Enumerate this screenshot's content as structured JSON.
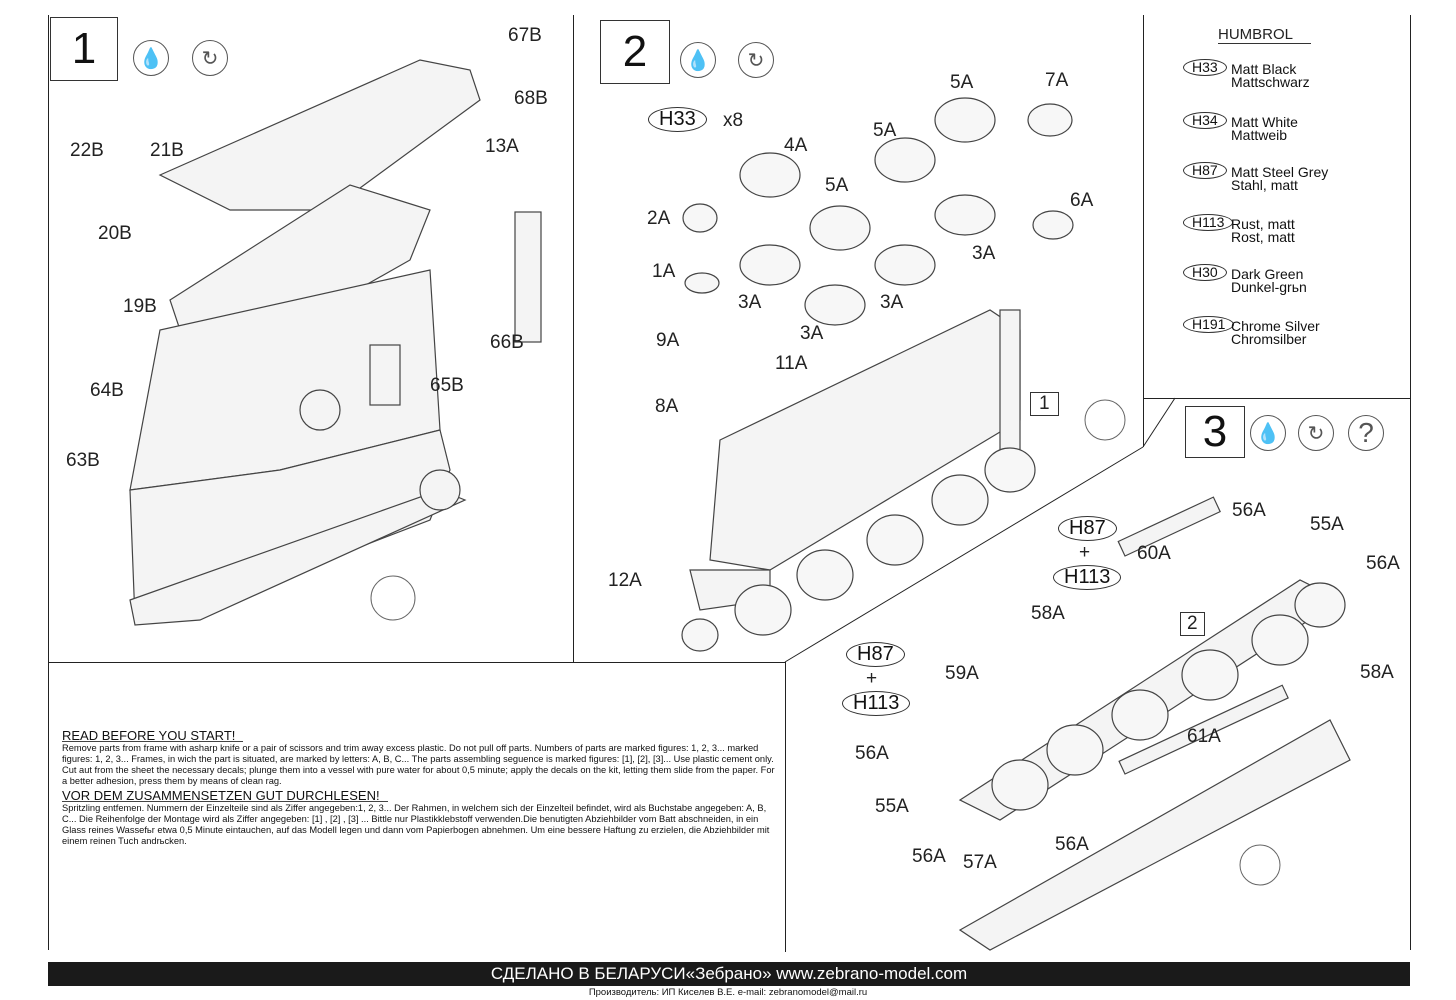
{
  "steps": [
    {
      "number": "1"
    },
    {
      "number": "2"
    },
    {
      "number": "3"
    }
  ],
  "icons": {
    "glue": "glue-drop-icon",
    "rotate": "rotate-view-icon",
    "question": "?"
  },
  "step1_labels": [
    "67B",
    "68B",
    "22B",
    "21B",
    "13A",
    "20B",
    "19B",
    "66B",
    "64B",
    "65B",
    "63B"
  ],
  "step2_labels": [
    "x8",
    "4A",
    "5A",
    "5A",
    "5A",
    "7A",
    "2A",
    "6A",
    "1A",
    "3A",
    "3A",
    "3A",
    "3A",
    "9A",
    "11A",
    "8A",
    "12A",
    "1"
  ],
  "step3_labels": [
    "56A",
    "55A",
    "60A",
    "56A",
    "58A",
    "2",
    "58A",
    "59A",
    "61A",
    "56A",
    "55A",
    "56A",
    "57A",
    "56A"
  ],
  "paint_marks": {
    "s2": "H33",
    "s3a_top": "H87",
    "s3a_bot": "H113",
    "s3b_top": "H87",
    "s3b_bot": "H113",
    "plus": "+"
  },
  "humbrol": {
    "title": "HUMBROL",
    "paints": [
      {
        "code": "H33",
        "name": "Matt Black",
        "name_de": "Mattschwarz"
      },
      {
        "code": "H34",
        "name": "Matt White",
        "name_de": "Mattweib"
      },
      {
        "code": "H87",
        "name": "Matt Steel Grey",
        "name_de": "Stahl, matt"
      },
      {
        "code": "H113",
        "name": "Rust, matt",
        "name_de": "Rost, matt"
      },
      {
        "code": "H30",
        "name": "Dark Green",
        "name_de": "Dunkel-grьn"
      },
      {
        "code": "H191",
        "name": "Chrome Silver",
        "name_de": "Chromsilber"
      }
    ]
  },
  "notes": {
    "en_title": "READ BEFORE YOU START!",
    "en_p1": "Remove parts from frame with asharp knife or a pair of scissors and trim  away excess plastic. Do not pull off parts. Numbers of parts are  marked figures: 1, 2, 3... marked figures: 1, 2, 3...    Frames, in wich the part is situated, are marked  by letters:  A, B, C... The parts assembling seguence is marked figures: [1], [2], [3]... Use plastic cement only.",
    "en_p2": "Cut aut from the sheet the necessary  decals; plunge them into a vessel with  pure water for about 0,5 minute; apply  the decals on the kit, letting them  slide from the paper. For a better adhesion,  press them by means of clean rag.",
    "de_title": "VOR DEM ZUSAMMENSETZEN GUT DURCHLESEN!",
    "de_p1": "Spritzling  entfemen.  Nummern  der  Einzelteile  sind  als  Ziffer angegeben:1, 2, 3...  Der  Rahmen, in  welchem  sich  der  Einzelteil  befindet,  wird als Buchstabe angegeben:  A,  B,  C...  Die  Reihenfolge der  Montage  wird als Ziffer angegeben: [1] , [2] , [3] ... Bittle nur Plastikklebstoff verwenden.Die benutigten Abziehbilder vom Batt abschneiden, in ein Glass reines Wassefьr etwa 0,5 Minute  eintauchen, auf das Modell legen und dann vom Papierbogen abnehmen. Um eine bessere Haftung zu erzielen, die Abziehbilder mit einem reinen  Tuch andrьcken."
  },
  "footer": {
    "banner": "СДЕЛАНО В БЕЛАРУСИ«Зебрано» www.zebrano-model.com",
    "maker": "Производитель: ИП Киселев В.Е.",
    "email": "e-mail: zebranomodel@mail.ru"
  }
}
